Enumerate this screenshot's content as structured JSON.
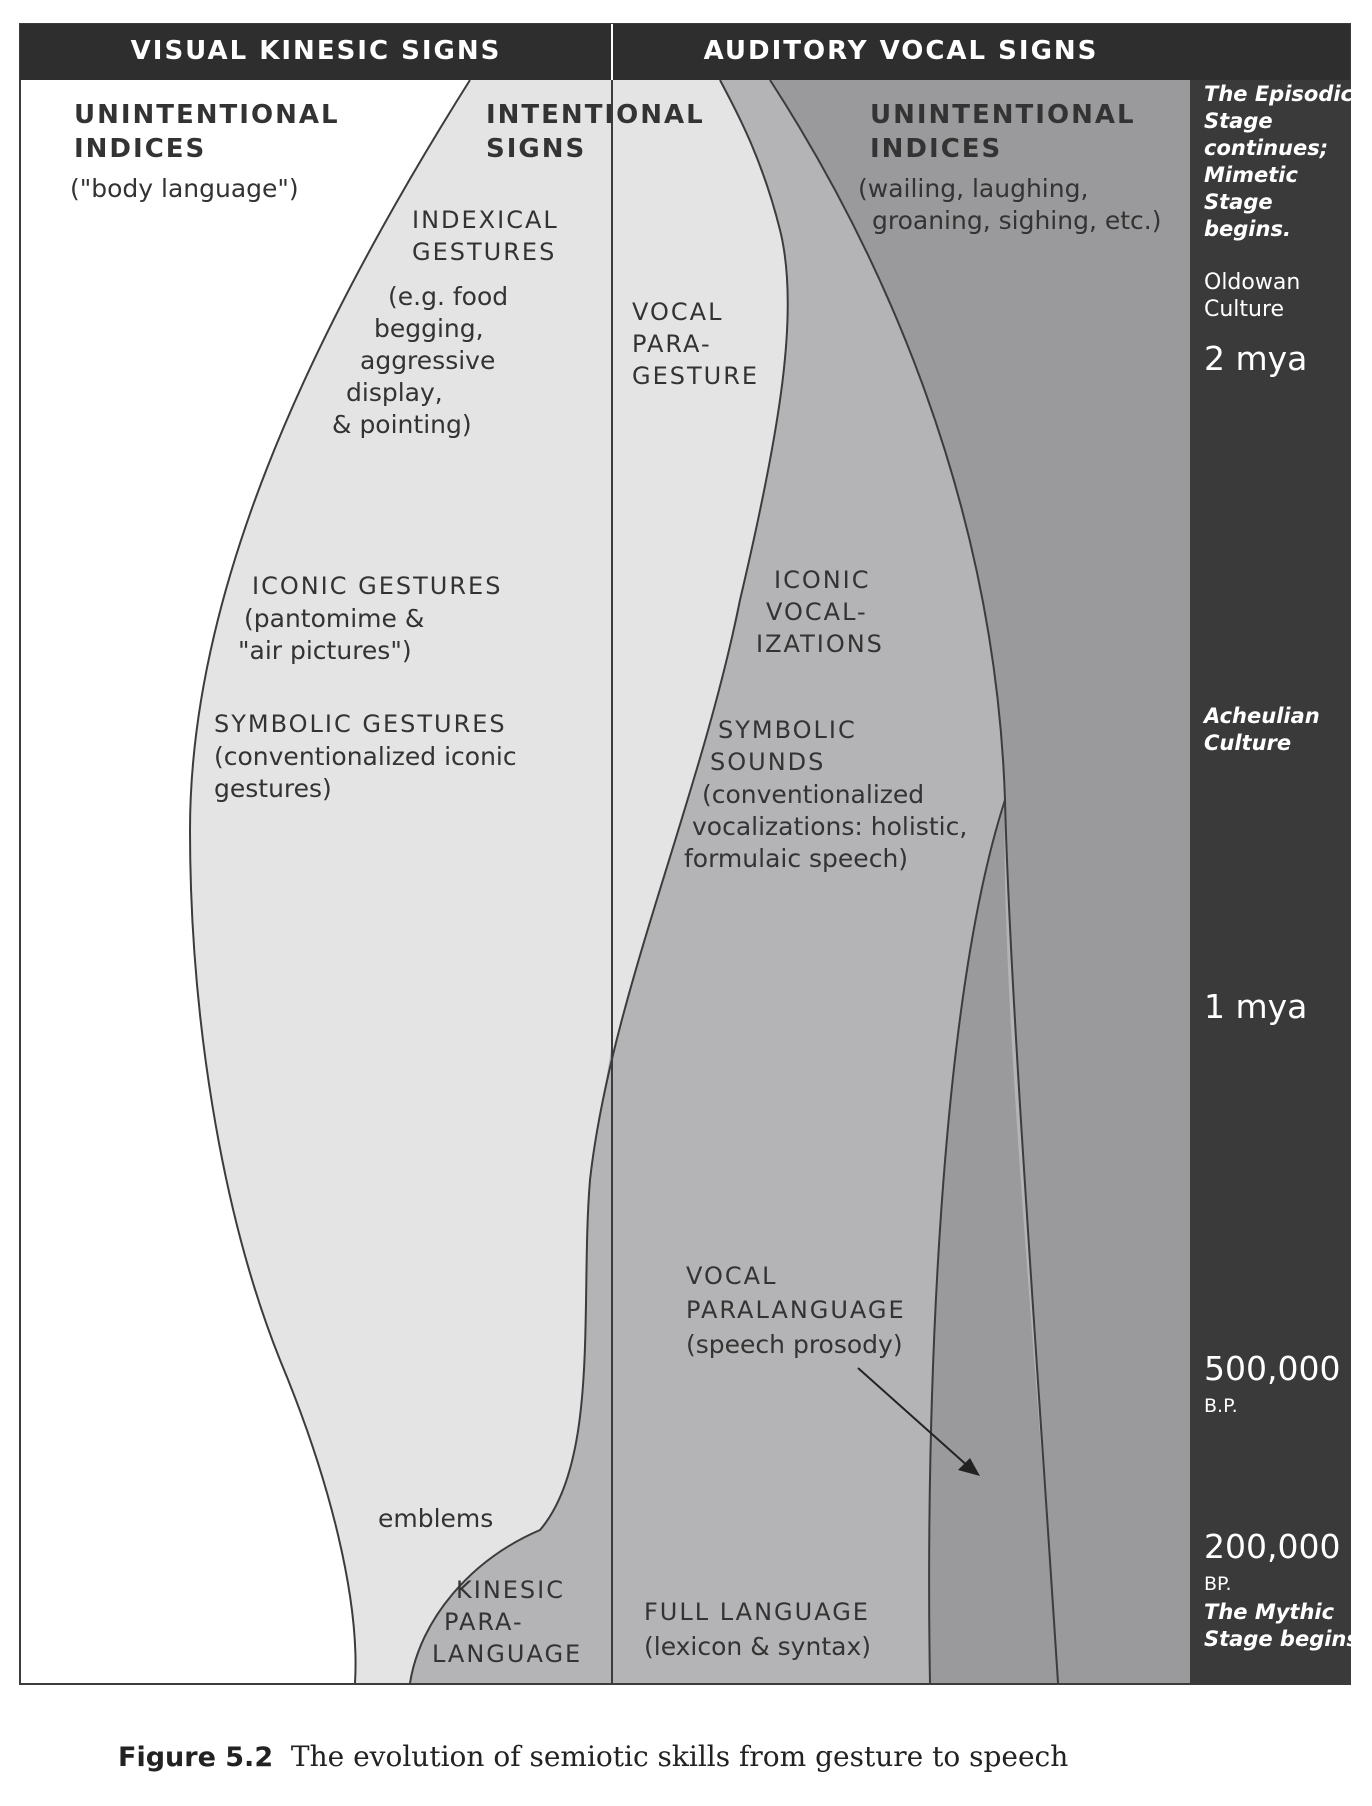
{
  "headers": {
    "visual": "VISUAL KINESIC SIGNS",
    "auditory": "AUDITORY VOCAL SIGNS"
  },
  "regions": {
    "unintentional_visual": {
      "title_1": "UNINTENTIONAL",
      "title_2": "INDICES",
      "sub": "(\"body language\")"
    },
    "intentional": {
      "title_1": "INTENTIONAL",
      "title_2": "SIGNS"
    },
    "unintentional_vocal": {
      "title_1": "UNINTENTIONAL",
      "title_2": "INDICES",
      "sub_1": "(wailing, laughing,",
      "sub_2": "groaning, sighing, etc.)"
    },
    "indexical": {
      "title_1": "INDEXICAL",
      "title_2": "GESTURES",
      "sub_1": "(e.g. food",
      "sub_2": "begging,",
      "sub_3": "aggressive",
      "sub_4": "display,",
      "sub_5": "& pointing)"
    },
    "vocal_paragesture": {
      "line_1": "VOCAL",
      "line_2": "PARA-",
      "line_3": "GESTURE"
    },
    "iconic_gestures": {
      "title": "ICONIC GESTURES",
      "sub_1": "(pantomime &",
      "sub_2": "\"air pictures\")"
    },
    "iconic_vocal": {
      "line_1": "ICONIC",
      "line_2": "VOCAL-",
      "line_3": "IZATIONS"
    },
    "symbolic_gestures": {
      "title": "SYMBOLIC GESTURES",
      "sub_1": "(conventionalized iconic",
      "sub_2": "gestures)"
    },
    "symbolic_sounds": {
      "line_1": "SYMBOLIC",
      "line_2": "SOUNDS",
      "sub_1": "(conventionalized",
      "sub_2": "vocalizations: holistic,",
      "sub_3": "formulaic speech)"
    },
    "vocal_paralanguage": {
      "line_1": "VOCAL",
      "line_2": "PARALANGUAGE",
      "sub": "(speech prosody)"
    },
    "emblems": "emblems",
    "kinesic_paralanguage": {
      "line_1": "KINESIC",
      "line_2": "PARA-",
      "line_3": "LANGUAGE"
    },
    "full_language": {
      "title": "FULL LANGUAGE",
      "sub": "(lexicon & syntax)"
    }
  },
  "timeline": {
    "episodic": [
      "The Episodic",
      "Stage",
      "continues;",
      "Mimetic",
      "Stage",
      "begins."
    ],
    "oldowan": [
      "Oldowan",
      "Culture"
    ],
    "mya2": "2 mya",
    "acheulian": [
      "Acheulian",
      "Culture"
    ],
    "mya1": "1 mya",
    "bp500k": "500,000",
    "bp500k_unit": "B.P.",
    "bp200k": "200,000",
    "bp200k_unit": "BP.",
    "mythic": [
      "The Mythic",
      "Stage begins"
    ]
  },
  "caption": {
    "label": "Figure 5.2",
    "text": "The evolution of semiotic skills from gesture to speech"
  },
  "colors": {
    "header_band": "#2e2e2e",
    "timeline_band": "#3a3a3a",
    "light_region": "#e4e4e4",
    "mid_region": "#b4b4b6",
    "dark_region": "#9a9a9c",
    "line": "#3c3c3c"
  }
}
